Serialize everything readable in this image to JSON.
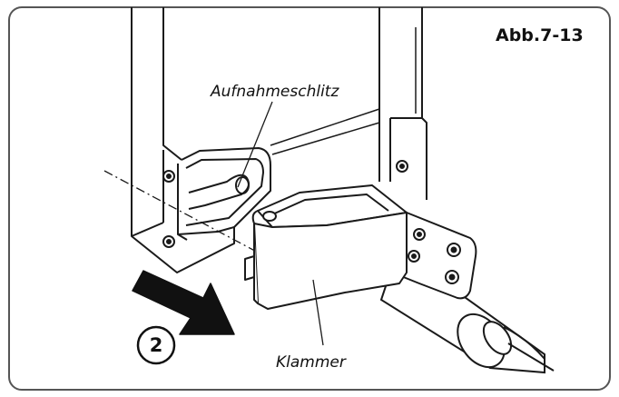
{
  "figure_number": "Abb.7-13",
  "labels": {
    "slot": "Aufnahmeschlitz",
    "clamp": "Klammer"
  },
  "step": "2",
  "colors": {
    "line": "#1a1a1a",
    "frame": "#555555",
    "arrow": "#111111",
    "background": "#ffffff"
  }
}
